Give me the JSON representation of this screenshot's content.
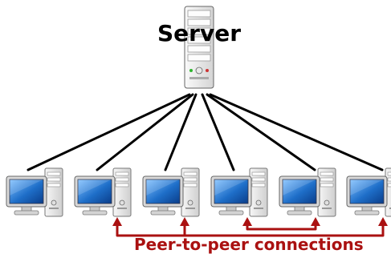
{
  "server": {
    "label": "Server"
  },
  "p2p": {
    "label": "Peer-to-peer connections"
  },
  "computers": [
    {
      "id": "computer-1"
    },
    {
      "id": "computer-2"
    },
    {
      "id": "computer-3"
    },
    {
      "id": "computer-4"
    },
    {
      "id": "computer-5"
    },
    {
      "id": "computer-6"
    }
  ],
  "colors": {
    "connection_line": "#000000",
    "p2p_accent": "#aa1111",
    "screen_blue": "#1e6ec8",
    "case_gray": "#e6e6e6"
  }
}
